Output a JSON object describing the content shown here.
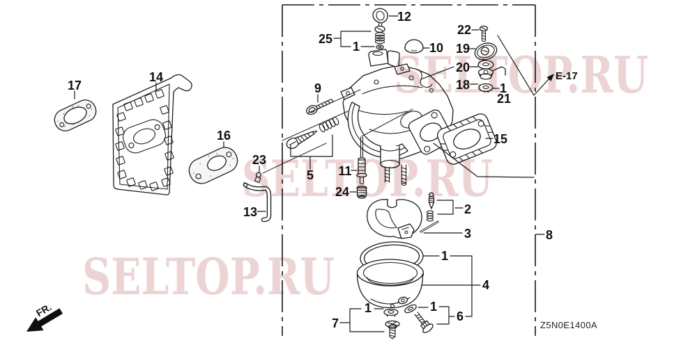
{
  "page": {
    "doc_code": "Z5N0E1400A",
    "reference_label": "E-17",
    "front_label": "FR.",
    "watermark_text": "SELTOP.RU"
  },
  "labels": {
    "n1": "1",
    "n2": "2",
    "n3": "3",
    "n4": "4",
    "n5": "5",
    "n6": "6",
    "n7": "7",
    "n8": "8",
    "n9": "9",
    "n10": "10",
    "n11": "11",
    "n12": "12",
    "n13": "13",
    "n14": "14",
    "n15": "15",
    "n16": "16",
    "n17": "17",
    "n18": "18",
    "n19": "19",
    "n20": "20",
    "n21": "21",
    "n22": "22",
    "n23": "23",
    "n24": "24",
    "n25": "25"
  }
}
